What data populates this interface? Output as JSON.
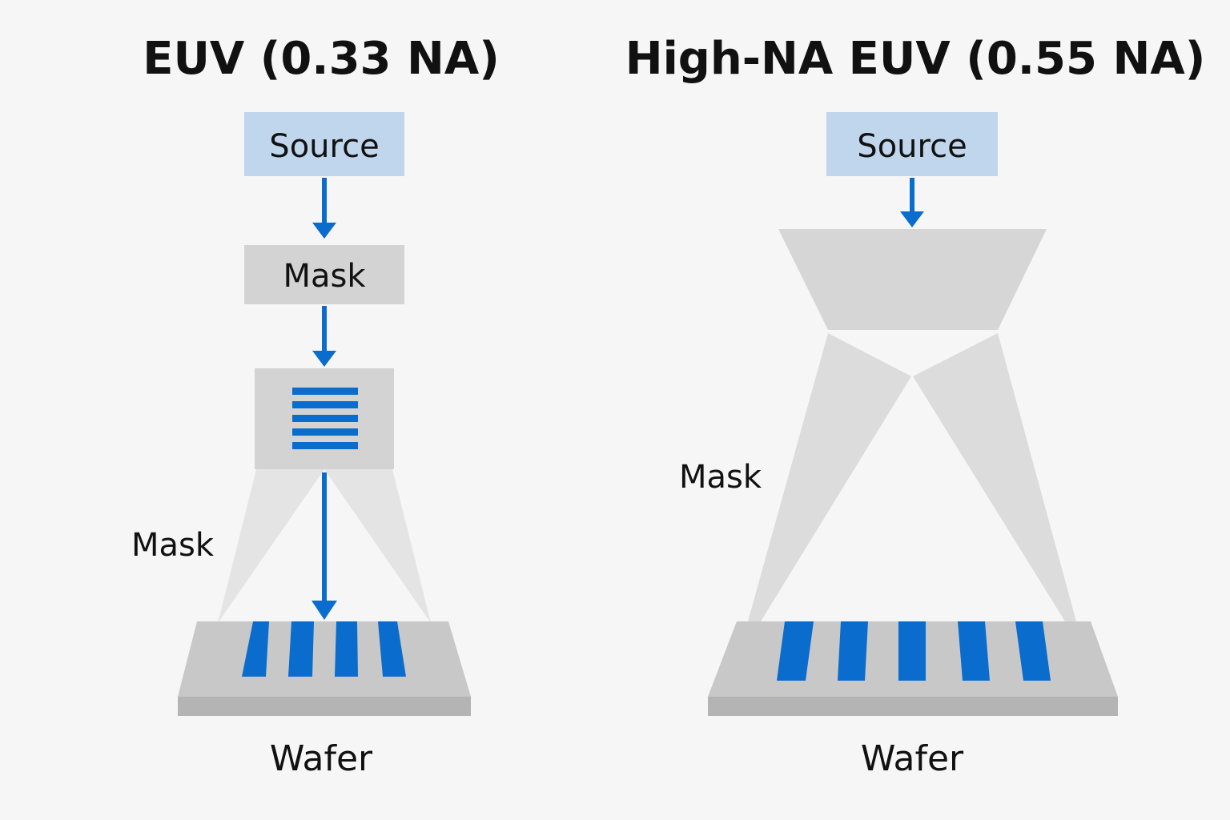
{
  "colors": {
    "background": "#f6f6f6",
    "source_box": "#c0d6ec",
    "gray_box": "#d3d3d3",
    "wafer_top": "#c8c8c8",
    "wafer_edge": "#b4b4b4",
    "blue_accent": "#0a6ccc",
    "light_beam": "#e4e4e4",
    "text": "#111111"
  },
  "left_panel": {
    "title": "EUV (0.33 NA)",
    "source_label": "Source",
    "mask_box_label": "Mask",
    "side_label": "Mask",
    "wafer_label": "Wafer",
    "mask_grating_lines": 5,
    "wafer_line_count": 4,
    "icons": [
      "arrow-down-icon",
      "arrow-down-icon",
      "arrow-down-icon"
    ]
  },
  "right_panel": {
    "title": "High-NA EUV (0.55 NA)",
    "source_label": "Source",
    "side_label": "Mask",
    "wafer_label": "Wafer",
    "wafer_line_count": 5,
    "icons": [
      "arrow-down-icon"
    ]
  }
}
